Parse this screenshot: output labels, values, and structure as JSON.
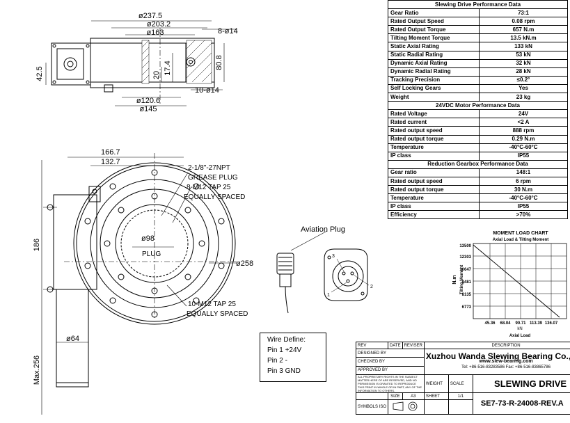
{
  "performance": {
    "title": "Slewing Drive Performance Data",
    "rows": [
      {
        "label": "Gear Ratio",
        "value": "73:1"
      },
      {
        "label": "Rated Output Speed",
        "value": "0.08 rpm"
      },
      {
        "label": "Rated Output Torque",
        "value": "657 N.m"
      },
      {
        "label": "Tilting Moment Torque",
        "value": "13.5 kN.m"
      },
      {
        "label": "Static Axial Rating",
        "value": "133 kN"
      },
      {
        "label": "Static Radial Rating",
        "value": "53 kN"
      },
      {
        "label": "Dynamic Axial Rating",
        "value": "32 kN"
      },
      {
        "label": "Dynamic Radial Rating",
        "value": "28 kN"
      },
      {
        "label": "Tracking Precision",
        "value": "≤0.2°"
      },
      {
        "label": "Self Locking Gears",
        "value": "Yes"
      },
      {
        "label": "Weight",
        "value": "23 kg"
      }
    ],
    "motor_title": "24VDC Motor Performance Data",
    "motor_rows": [
      {
        "label": "Rated Voltage",
        "value": "24V"
      },
      {
        "label": "Rated current",
        "value": "<2 A"
      },
      {
        "label": "Rated output speed",
        "value": "888 rpm"
      },
      {
        "label": "Rated output torque",
        "value": "0.29 N.m"
      },
      {
        "label": "Temperature",
        "value": "-40°C-60°C"
      },
      {
        "label": "IP class",
        "value": "IP55"
      }
    ],
    "gearbox_title": "Reduction Gearbox Performance Data",
    "gearbox_rows": [
      {
        "label": "Gear ratio",
        "value": "148:1"
      },
      {
        "label": "Rated output speed",
        "value": "6 rpm"
      },
      {
        "label": "Rated output torque",
        "value": "30 N.m"
      },
      {
        "label": "Temperature",
        "value": "-40°C-60°C"
      },
      {
        "label": "IP class",
        "value": "IP55"
      },
      {
        "label": "Efficiency",
        "value": ">70%"
      }
    ]
  },
  "moment_chart": {
    "title": "MOMENT LOAD CHART",
    "subtitle": "Axial Load & Tilting Moment",
    "ylabel": "Tilting Moment",
    "yunit": "N.m",
    "xlabel": "Axial Load",
    "xunit": "kN",
    "y_ticks": [
      "13500",
      "12303",
      "10647",
      "9481",
      "8135",
      "6773"
    ],
    "x_ticks": [
      "45.36",
      "68.04",
      "90.71",
      "113.39",
      "136.07"
    ]
  },
  "top_view": {
    "dims": [
      "ø237.5",
      "ø203.2",
      "ø163",
      "8-ø14",
      "42.5",
      "20",
      "17.4",
      "80.8",
      "10-ø14",
      "ø120.6",
      "ø145"
    ]
  },
  "front_view": {
    "dims": [
      "166.7",
      "132.7",
      "186",
      "ø98",
      "ø258",
      "Max.256",
      "ø64",
      "PLUG"
    ],
    "notes": [
      "2-1/8\"-27NPT",
      "GREASE PLUG",
      "8-M12 TAP 25",
      "EQUALLY SPACED",
      "10-M12 TAP 25",
      "EQUALLY SPACED"
    ]
  },
  "plug": {
    "label": "Aviation Plug",
    "pins": [
      "3",
      "2",
      "1"
    ]
  },
  "wire": {
    "title": "Wire Define:",
    "pins": [
      "Pin 1 +24V",
      "Pin 2 -",
      "Pin 3 GND"
    ]
  },
  "title_block": {
    "rev": "REV",
    "date": "DATE",
    "revisor": "REVISER",
    "description": "DESCRIPTION",
    "designed": "DESIGNED BY",
    "checked": "CHECKED BY",
    "approved": "APPROVED BY",
    "proprietary": "ALL PROPRIETARY RIGHTS IN THE SUBJECT MATTER HERE OF ARE RESERVED, AND NO PERMISSION IS GRANTED TO REPRODUCE THIS PRINT IN WHOLE OR IN PART, ANY OF THE INFORMATION TO OTHERS.",
    "company": "Xuzhou Wanda Slewing Bearing Co.,Ltd.",
    "website": "www.slew-bearing.com",
    "tel": "Tel: +86-516-83283586     Fax: +86-516-83865786",
    "weight": "WEIGHT",
    "scale": "SCALE",
    "product": "SLEWING DRIVE",
    "size": "SIZE",
    "size_val": "A3",
    "sheet": "SHEET",
    "sheet_val": "1/1",
    "symbols": "SYMBOLS ISO",
    "drawing_no": "SE7-73-R-24008-REV.A",
    "rev_val": "A"
  }
}
